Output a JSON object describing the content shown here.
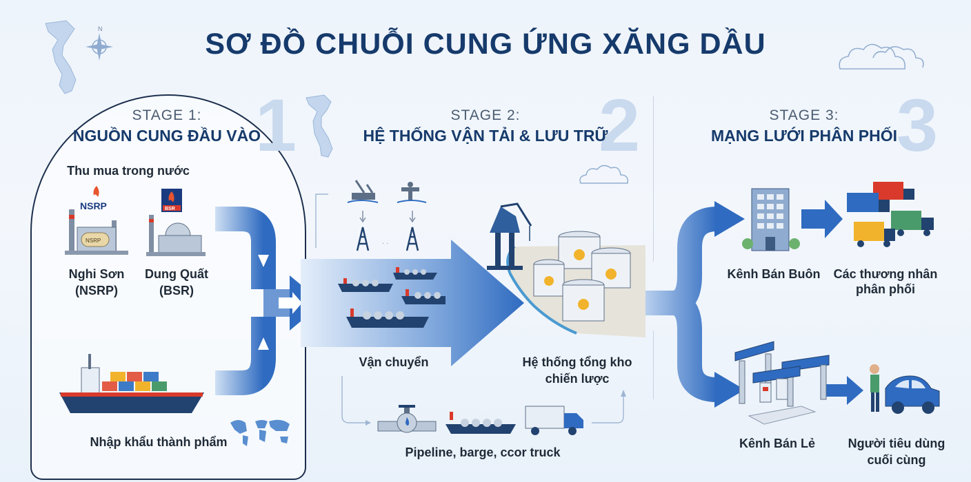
{
  "title": "SƠ ĐỒ CHUỖI CUNG ỨNG XĂNG DẦU",
  "stages": [
    {
      "label": "STAGE 1:",
      "title": "NGUỒN CUNG ĐẦU VÀO",
      "number": "1"
    },
    {
      "label": "STAGE 2:",
      "title": "HỆ THỐNG VẬN TẢI & LƯU TRỮ",
      "number": "2"
    },
    {
      "label": "STAGE 3:",
      "title": "MẠNG LƯỚI PHÂN PHỐI",
      "number": "3"
    }
  ],
  "stage1": {
    "domestic_heading": "Thu mua trong nước",
    "refinery_nsrp_line1": "Nghi Sơn",
    "refinery_nsrp_line2": "(NSRP)",
    "refinery_bsr_line1": "Dung Quất",
    "refinery_bsr_line2": "(BSR)",
    "logo_nsrp": "NSRP",
    "logo_bsr": "BSR",
    "tank_label": "NSRP",
    "import_label": "Nhập khẩu thành phẩm"
  },
  "stage2": {
    "transport_label": "Vận chuyển",
    "storage_line1": "Hệ thống tổng kho",
    "storage_line2": "chiến lược",
    "alt_transport_label": "Pipeline, barge, ccor truck"
  },
  "stage3": {
    "wholesale_label": "Kênh Bán Buôn",
    "distributors_line1": "Các thương nhân",
    "distributors_line2": "phân phối",
    "retail_label": "Kênh Bán Lẻ",
    "consumer_line1": "Người tiêu dùng",
    "consumer_line2": "cuối cùng"
  },
  "colors": {
    "navy": "#163a6b",
    "flow_blue": "#2f6bc0",
    "light_blue": "#cfe0f4",
    "refinery_red": "#d93a2b",
    "tank_yellow": "#f2b32c"
  },
  "icons": [
    "vietnam-map-icon",
    "compass-icon",
    "cloud-icon",
    "refinery-icon",
    "cargo-ship-icon",
    "world-map-icon",
    "offshore-platform-icon",
    "port-crane-icon",
    "storage-tank-icon",
    "tanker-ship-icon",
    "pipeline-icon",
    "barge-icon",
    "truck-icon",
    "office-building-icon",
    "distributor-trucks-icon",
    "gas-station-icon",
    "consumer-car-icon"
  ]
}
